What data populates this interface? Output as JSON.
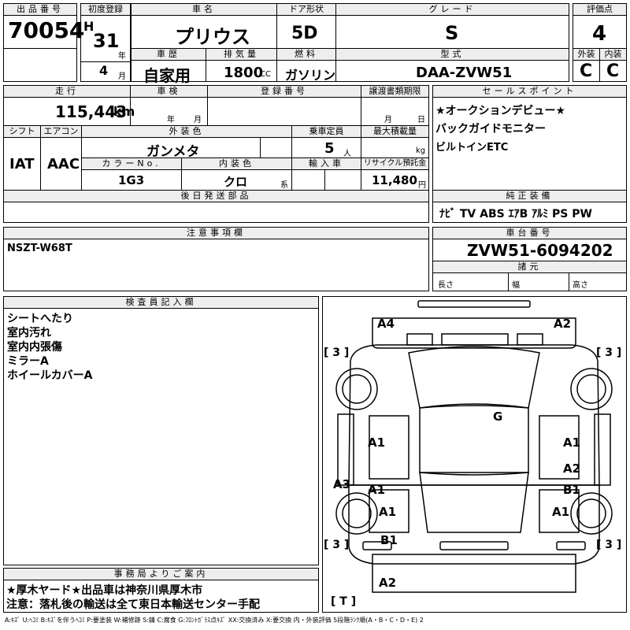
{
  "labels": {
    "lot_no": "出品番号",
    "first_reg": "初度登録",
    "car_name": "車名",
    "door": "ドア形状",
    "grade": "グレード",
    "score": "評価点",
    "year_unit": "年",
    "history": "車歴",
    "displacement": "排気量",
    "fuel": "燃料",
    "model": "型式",
    "exterior": "外装",
    "interior": "内装",
    "month_unit": "月",
    "cc": "CC",
    "mileage": "走行",
    "inspection": "車検",
    "reg_no": "登録番号",
    "transfer_doc": "譲渡書類期限",
    "sales_points": "セールスポイント",
    "shift": "シフト",
    "aircon": "エアコン",
    "ext_color": "外装色",
    "capacity": "乗車定員",
    "max_load": "最大積載量",
    "color_no": "カラーNo.",
    "int_color": "内装色",
    "import": "輸入車",
    "recycle": "リサイクル預託金",
    "later_parts": "後日発送部品",
    "genuine": "純正装備",
    "notes": "注意事項欄",
    "chassis_no": "車台番号",
    "dimensions": "諸元",
    "length": "長さ",
    "width": "幅",
    "height": "高さ",
    "inspector": "検査員記入欄",
    "office": "事務局よりご案内",
    "year_label": "年",
    "month_label": "月",
    "person_unit": "人",
    "kg": "kg",
    "km": "km",
    "yen": "円",
    "kei": "系"
  },
  "car": {
    "lot_no": "70054",
    "era": "H",
    "year": "31",
    "month": "4",
    "name": "プリウス",
    "door": "5D",
    "grade": "S",
    "score": "4",
    "history": "自家用",
    "cc_value": "1800",
    "fuel": "ガソリン",
    "model": "DAA-ZVW51",
    "exterior_grade": "C",
    "interior_grade": "C",
    "mileage": "115,443",
    "shift": "IAT",
    "aircon": "AAC",
    "color": "ガンメタ",
    "capacity": "5",
    "color_no": "1G3",
    "int_color": "クロ",
    "recycle": "11,480",
    "equipment": "ﾅﾋﾞ TV ABS ｴｱB ｱﾙﾐ PS PW",
    "notes": "NSZT-W68T",
    "chassis": "ZVW51-6094202"
  },
  "sales_points": [
    "★オークションデビュー★",
    "バックガイドモニター",
    "ビルトインETC"
  ],
  "inspector_notes": [
    "シートへたり",
    "室内汚れ",
    "室内内張傷",
    "ミラーA",
    "ホイールカバーA"
  ],
  "office_notes": [
    "★厚木ヤード★出品車は神奈川県厚木市",
    "注意：落札後の輸送は全て東日本輸送センター手配"
  ],
  "diagram": {
    "a4": "A4",
    "a2_top": "A2",
    "g": "G",
    "a1_l1": "A1",
    "a1_r1": "A1",
    "a2_r": "A2",
    "a3": "A3",
    "a1_l2": "A1",
    "b1_r": "B1",
    "a1_l3": "A1",
    "a1_r3": "A1",
    "b1_l": "B1",
    "a2_bot": "A2",
    "br_lt": "[ 3 ]",
    "br_rt": "[ 3 ]",
    "br_lb": "[ 3 ]",
    "br_rb": "[ 3 ]",
    "br_t": "[ T ]"
  },
  "legend": "A:ｷｽﾞ U:ﾍｺﾐ B:ｷｽﾞを伴うﾍｺﾐ P:要塗装 W:補修跡 S:錆 C:腐食 G:ﾌﾛﾝﾄｶﾞﾗｽ点ｷｽﾞ XX:交換済み X:要交換 内・外装評価 5段階ﾗﾝｸ順(A・B・C・D・E) 2"
}
